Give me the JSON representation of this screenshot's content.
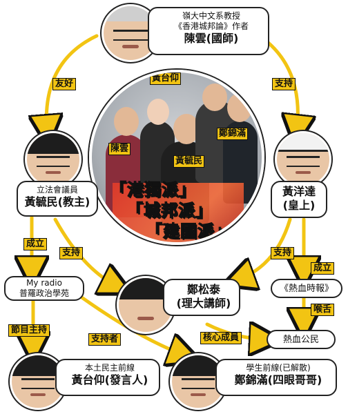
{
  "colors": {
    "arrow": "#f2c413",
    "outline": "#111111",
    "slogan": "#f2c413"
  },
  "top_person": {
    "line1": "嶺大中文系教授",
    "line2": "《香港城邦論》作者",
    "name": "陳雲(國師)"
  },
  "left_person": {
    "line1": "立法會議員",
    "name": "黃毓民(教主)"
  },
  "right_person": {
    "name_line1": "黃洋達",
    "name_line2": "(皇上)"
  },
  "center_person": {
    "name_line1": "鄭松泰",
    "name_line2": "(理大講師)"
  },
  "radio": {
    "line1": "My radio",
    "line2": "普羅政治學苑"
  },
  "rehotimes": {
    "label": "《熱血時報》"
  },
  "civic_passion": {
    "label": "熱血公民"
  },
  "bottom_left": {
    "line1": "本土民主前線",
    "name": "黃台仰(發言人)"
  },
  "bottom_right": {
    "line1": "學生前線(已解散)",
    "name": "鄭錦滿(四眼哥哥)"
  },
  "photo_labels": {
    "huang_taiyang": "黃台仰",
    "zheng_jinman": "鄭錦滿",
    "chen_yun": "陳雲",
    "huang_yumin": "黃毓民"
  },
  "slogans": {
    "s1": "「港獨派」",
    "s2": "「城邦派」",
    "s3": "「建國派」"
  },
  "edge_labels": {
    "friendly": "友好",
    "support_tr": "支持",
    "founded_left": "成立",
    "support_left": "支持",
    "support_right": "支持",
    "founded_right": "成立",
    "mouthpiece": "喉舌",
    "program_host": "節目主持",
    "supporter": "支持者",
    "core_member": "核心成員"
  },
  "icons": {
    "arrow_head": "arrow-head-icon"
  }
}
